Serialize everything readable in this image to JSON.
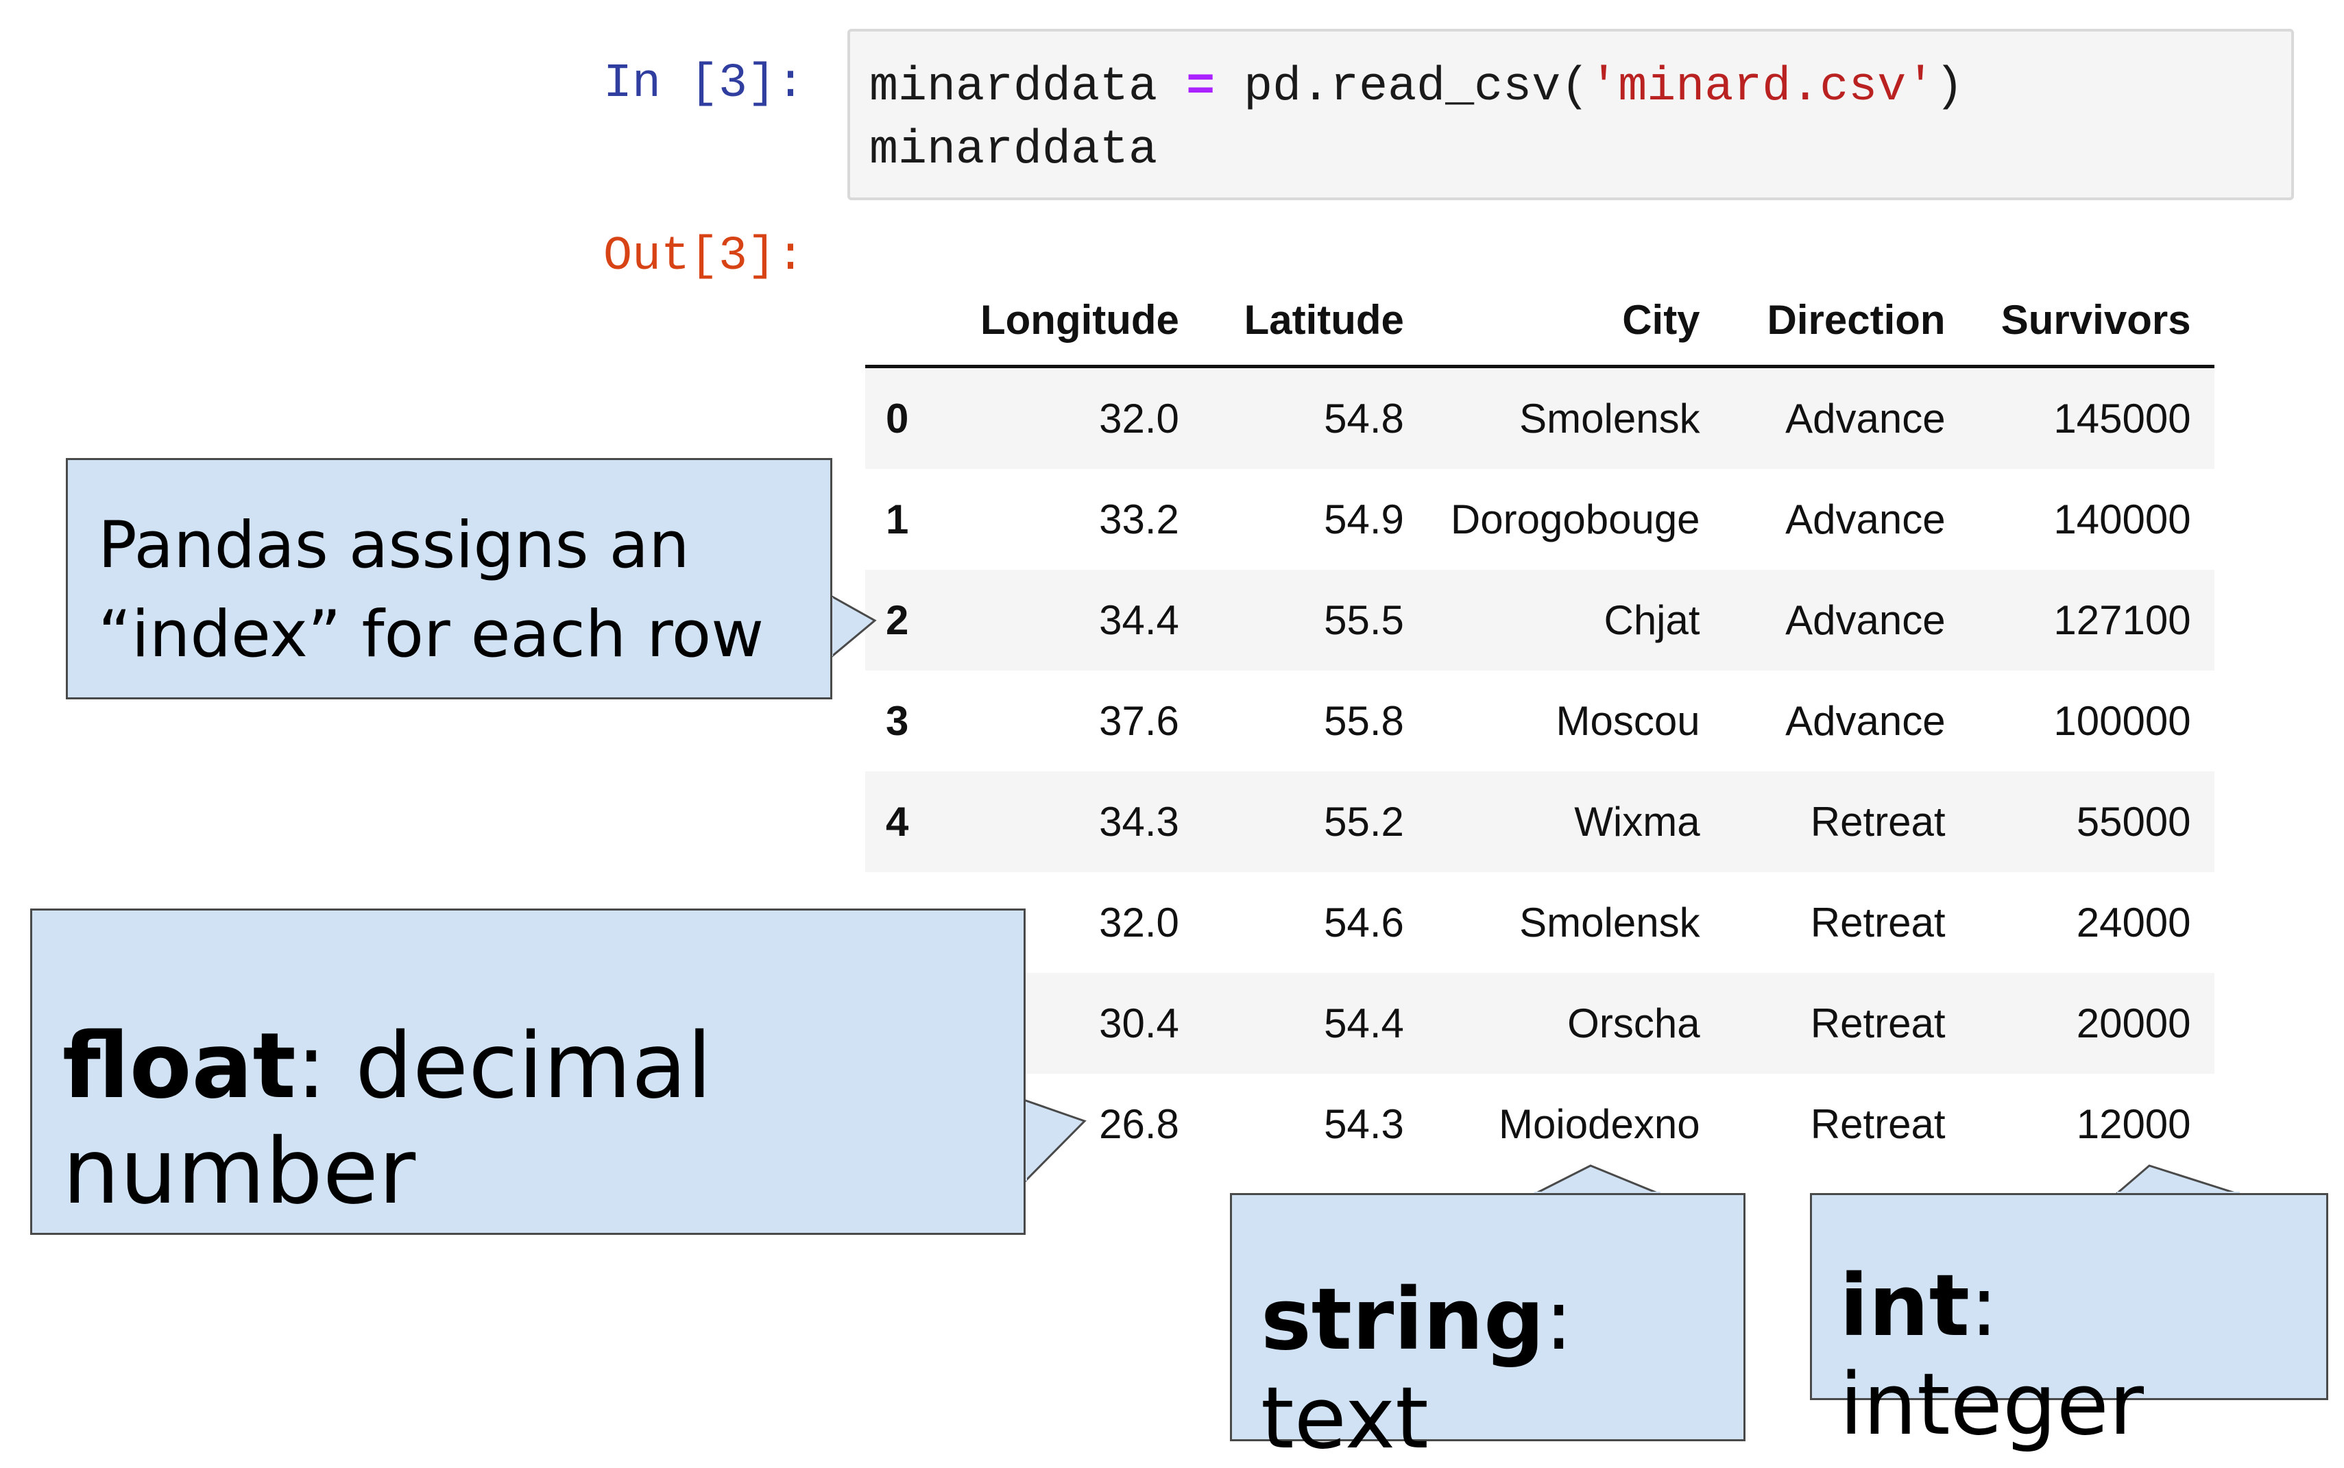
{
  "notebook": {
    "in_prompt": "In [3]:",
    "out_prompt": "Out[3]:",
    "code": {
      "line1_var": "minarddata",
      "line1_op": "=",
      "line1_call": "pd.read_csv(",
      "line1_str": "'minard.csv'",
      "line1_close": ")",
      "line2": "minarddata"
    }
  },
  "dataframe": {
    "columns": [
      "Longitude",
      "Latitude",
      "City",
      "Direction",
      "Survivors"
    ],
    "rows": [
      {
        "index": "0",
        "cells": [
          "32.0",
          "54.8",
          "Smolensk",
          "Advance",
          "145000"
        ]
      },
      {
        "index": "1",
        "cells": [
          "33.2",
          "54.9",
          "Dorogobouge",
          "Advance",
          "140000"
        ]
      },
      {
        "index": "2",
        "cells": [
          "34.4",
          "55.5",
          "Chjat",
          "Advance",
          "127100"
        ]
      },
      {
        "index": "3",
        "cells": [
          "37.6",
          "55.8",
          "Moscou",
          "Advance",
          "100000"
        ]
      },
      {
        "index": "4",
        "cells": [
          "34.3",
          "55.2",
          "Wixma",
          "Retreat",
          "55000"
        ]
      },
      {
        "index": "",
        "cells": [
          "32.0",
          "54.6",
          "Smolensk",
          "Retreat",
          "24000"
        ]
      },
      {
        "index": "",
        "cells": [
          "30.4",
          "54.4",
          "Orscha",
          "Retreat",
          "20000"
        ]
      },
      {
        "index": "",
        "cells": [
          "26.8",
          "54.3",
          "Moiodexno",
          "Retreat",
          "12000"
        ]
      }
    ]
  },
  "callouts": {
    "index": {
      "line1": "Pandas assigns an",
      "line2": "“index” for each row"
    },
    "float": {
      "term": "float",
      "rest": ": decimal number"
    },
    "string": {
      "term": "string",
      "rest": ": text"
    },
    "int": {
      "term": "int",
      "rest": ": integer"
    }
  },
  "colors": {
    "callout_fill": "#d0e2f3",
    "callout_border": "#4a4a4a",
    "in_prompt": "#303f9f",
    "out_prompt": "#d84315",
    "code_string": "#ba2121",
    "code_operator": "#aa22ff"
  }
}
